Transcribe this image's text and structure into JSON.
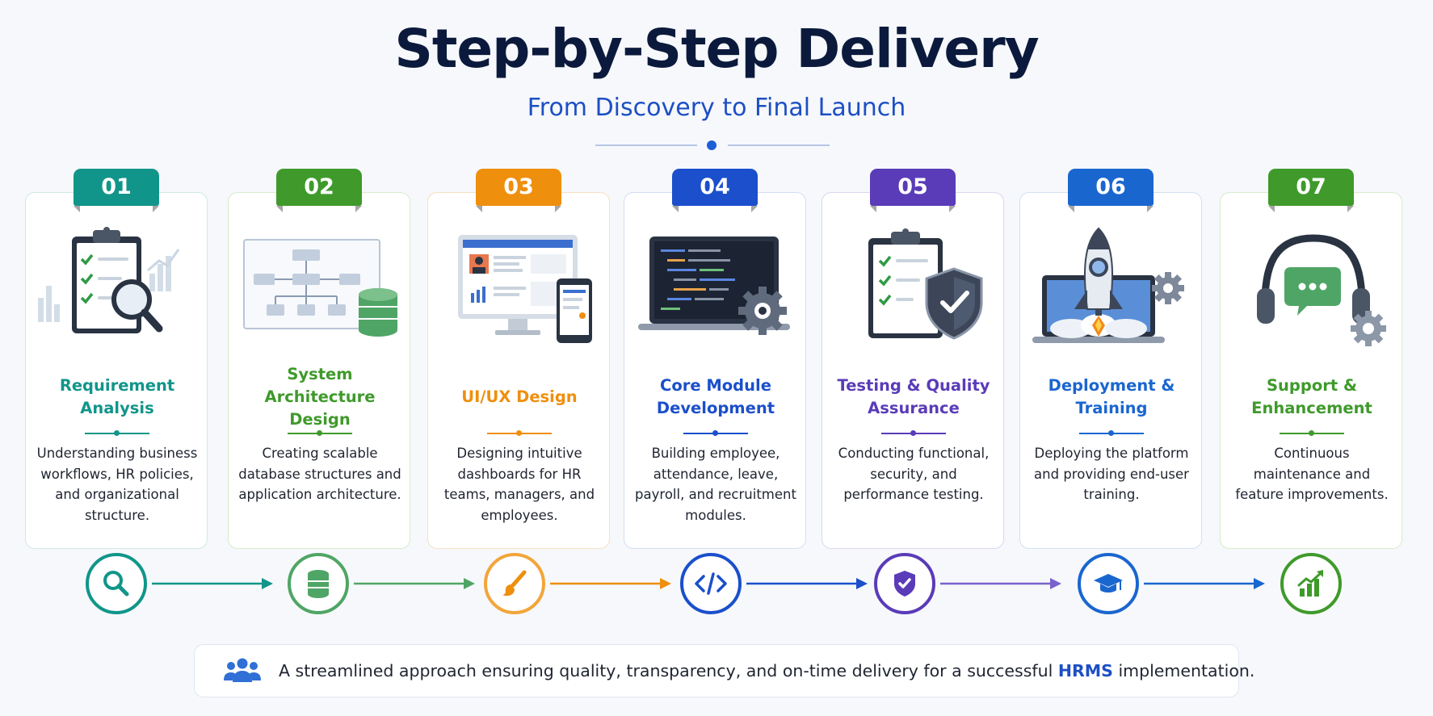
{
  "header": {
    "title": "Step-by-Step Delivery",
    "subtitle": "From Discovery to Final Launch"
  },
  "steps": [
    {
      "number": "01",
      "title": "Requirement Analysis",
      "description": "Understanding business workflows, HR policies, and organizational structure.",
      "color": "#11958a",
      "icon": "magnifier-icon",
      "illustration": "clipboard-checklist-magnifier"
    },
    {
      "number": "02",
      "title": "System Architecture Design",
      "description": "Creating scalable database structures and application architecture.",
      "color": "#3f9a2b",
      "icon": "database-icon",
      "illustration": "architecture-diagram-database"
    },
    {
      "number": "03",
      "title": "UI/UX Design",
      "description": "Designing intuitive dashboards for HR teams, managers, and employees.",
      "color": "#ee8f0e",
      "icon": "paintbrush-icon",
      "illustration": "monitor-and-phone-dashboard"
    },
    {
      "number": "04",
      "title": "Core Module Development",
      "description": "Building employee, attendance, leave, payroll, and recruitment modules.",
      "color": "#1b4fcb",
      "icon": "code-icon",
      "illustration": "laptop-code-gear"
    },
    {
      "number": "05",
      "title": "Testing & Quality Assurance",
      "description": "Conducting functional, security, and performance testing.",
      "color": "#5a3bb8",
      "icon": "shield-check-icon",
      "illustration": "clipboard-checklist-shield"
    },
    {
      "number": "06",
      "title": "Deployment & Training",
      "description": "Deploying the platform and providing end-user training.",
      "color": "#1a66cf",
      "icon": "graduation-cap-icon",
      "illustration": "rocket-laptop-gear"
    },
    {
      "number": "07",
      "title": "Support & Enhancement",
      "description": "Continuous maintenance and feature improvements.",
      "color": "#3f9a2b",
      "icon": "growth-chart-icon",
      "illustration": "headset-chat-gear"
    }
  ],
  "footer": {
    "icon": "team-icon",
    "text_before": "A streamlined approach ensuring quality, transparency, and on-time delivery for a successful ",
    "highlight": "HRMS",
    "text_after": " implementation."
  }
}
